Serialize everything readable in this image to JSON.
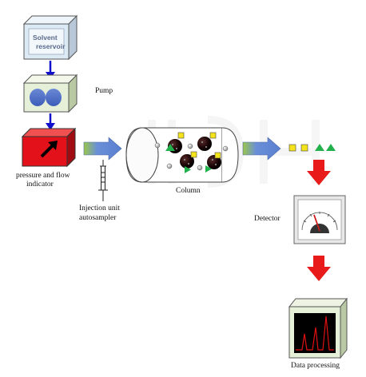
{
  "components": {
    "solvent_reservoir": {
      "label_line1": "Solvent",
      "label_line2": "reservoir"
    },
    "pump": {
      "label": "Pump"
    },
    "pressure_indicator": {
      "label_line1": "pressure and flow",
      "label_line2": "indicator"
    },
    "injection": {
      "label_line1": "Injection unit",
      "label_line2": "autosampler"
    },
    "column": {
      "label": "Column"
    },
    "detector": {
      "label": "Detector"
    },
    "data_processing": {
      "label": "Data processing"
    }
  },
  "colors": {
    "flow_arrow_blue": "#1010cc",
    "big_arrow_blue": "#6a8fd8",
    "big_arrow_green": "#9cc74a",
    "down_arrow_red": "#e81a1a",
    "box_face": "#e6f0d8",
    "box_side": "#b9c9a3",
    "reservoir_face": "#dceaf6",
    "red_box": "#e3121a",
    "yellow_square": "#f4e31a",
    "green_triangle": "#22b14c",
    "data_screen": "#000000",
    "data_peaks": "#e01010"
  },
  "icons": [
    "solvent-reservoir-icon",
    "pump-icon",
    "pressure-gauge-box-icon",
    "syringe-icon",
    "column-icon",
    "detector-gauge-icon",
    "data-screen-icon"
  ]
}
